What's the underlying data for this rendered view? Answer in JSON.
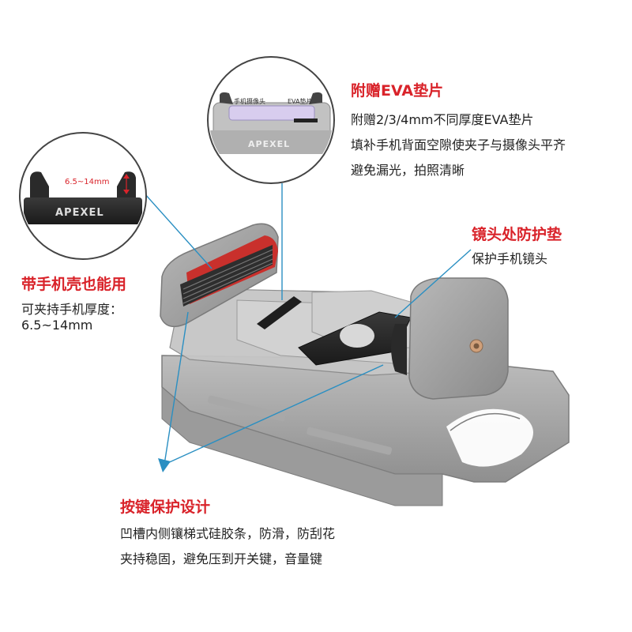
{
  "colors": {
    "accent_red": "#d9232a",
    "callout_blue": "#2a8fc2",
    "clip_gray": "#9a9a9a",
    "eva_black": "#2b2b2b",
    "text_dark": "#222222"
  },
  "brand": "APEXEL",
  "inset_top": {
    "label_camera": "手机摄像头",
    "label_eva": "EVA垫片",
    "brand": "APEXEL"
  },
  "inset_left": {
    "dimension": "6.5~14mm",
    "brand": "APEXEL"
  },
  "callouts": {
    "eva": {
      "title": "附赠EVA垫片",
      "lines": [
        "附赠2/3/4mm不同厚度EVA垫片",
        "填补手机背面空隙使夹子与摄像头平齐",
        "避免漏光，拍照清晰"
      ]
    },
    "lens_pad": {
      "title": "镜头处防护垫",
      "lines": [
        "保护手机镜头"
      ]
    },
    "case": {
      "title": "带手机壳也能用",
      "lines": [
        "可夹持手机厚度：",
        "6.5~14mm"
      ]
    },
    "button": {
      "title": "按键保护设计",
      "lines": [
        "凹槽内侧镶梯式硅胶条，防滑，防刮花",
        "夹持稳固，避免压到开关键，音量键"
      ]
    }
  }
}
